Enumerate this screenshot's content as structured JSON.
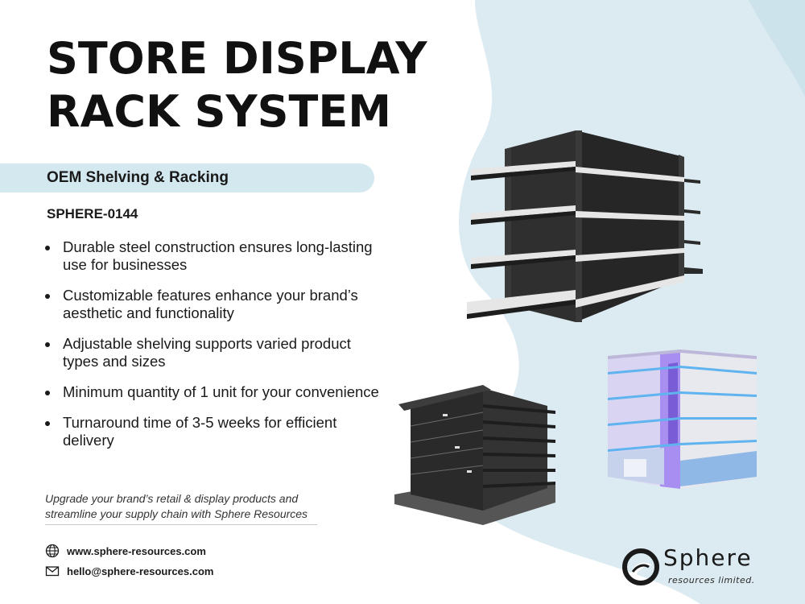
{
  "title": {
    "line1": "STORE DISPLAY",
    "line2": "RACK SYSTEM"
  },
  "subtitle": "OEM Shelving & Racking",
  "sku": "SPHERE-0144",
  "features": [
    "Durable steel construction ensures long-lasting use for businesses",
    "Customizable features enhance your brand’s aesthetic and functionality",
    "Adjustable shelving supports varied product types and sizes",
    "Minimum quantity of 1 unit for your convenience",
    "Turnaround time of 3-5 weeks for efficient delivery"
  ],
  "tagline": "Upgrade your brand’s retail & display products and streamline your supply chain with Sphere Resources",
  "contact": {
    "website": "www.sphere-resources.com",
    "email": "hello@sphere-resources.com"
  },
  "logo": {
    "name": "Sphere",
    "sub": "resources limited."
  },
  "icons": {
    "website": "globe-icon",
    "email": "envelope-icon",
    "logo": "sphere-logo-mark"
  },
  "colors": {
    "background_blob": "#dcebf1",
    "subtitle_bar": "#d3e8ef",
    "text": "#111111",
    "shelf_dark": "#2b2b2b"
  }
}
